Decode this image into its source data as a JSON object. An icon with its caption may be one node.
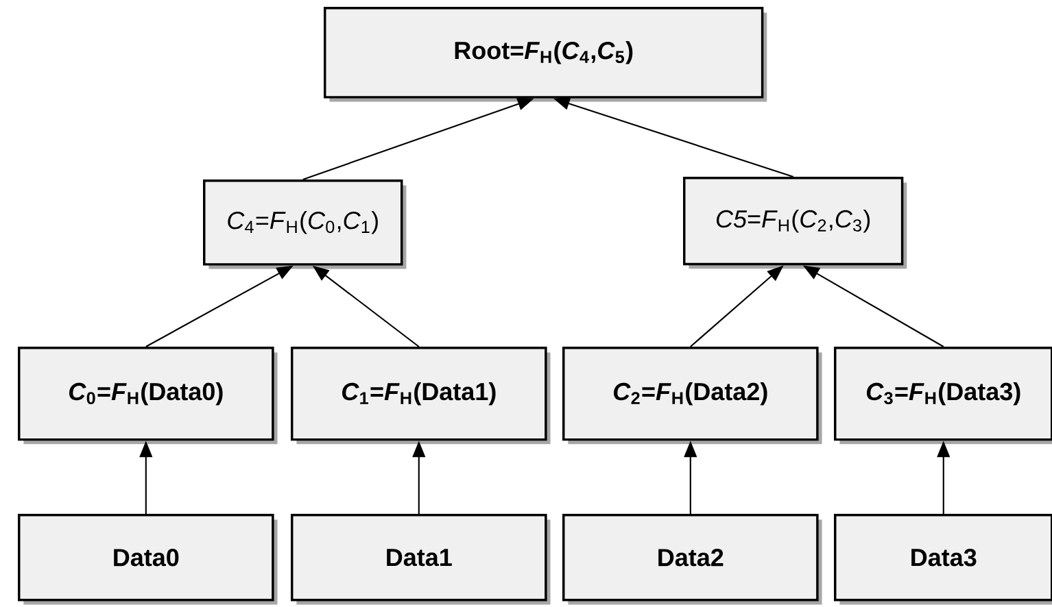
{
  "diagram": {
    "nodes": [
      {
        "text": [
          "Root=*F*$_{H}$(*C*$_{4}$,*C*$_{5}$)"
        ]
      },
      {
        "text": [
          "*C*$_{4}$=*F*$_{H}$(*C*$_{0}$,*C*$_{1}$)"
        ]
      },
      {
        "text": [
          "*C5*=*F*$_{H}$(*C*$_{2}$,*C*$_{3}$)"
        ]
      },
      {
        "text": [
          "*C*$_{0}$=*F*$_{H}$(Data0)"
        ]
      },
      {
        "text": [
          "*C*$_{1}$=*F*$_{H}$(Data1)"
        ]
      },
      {
        "text": [
          "*C*$_{2}$=*F*$_{H}$(Data2)"
        ]
      },
      {
        "text": [
          "*C*$_{3}$=*F*$_{H}$(Data3)"
        ]
      },
      {
        "text": [
          "Data0"
        ]
      },
      {
        "text": [
          "Data1"
        ]
      },
      {
        "text": [
          "Data2"
        ]
      },
      {
        "text": [
          "Data3"
        ]
      }
    ],
    "edges": [
      {
        "from": 1,
        "to": 0,
        "arrow": "to"
      },
      {
        "from": 2,
        "to": 0,
        "arrow": "to"
      },
      {
        "from": 3,
        "to": 1,
        "arrow": "to"
      },
      {
        "from": 4,
        "to": 1,
        "arrow": "to"
      },
      {
        "from": 5,
        "to": 2,
        "arrow": "to"
      },
      {
        "from": 6,
        "to": 2,
        "arrow": "to"
      },
      {
        "from": 7,
        "to": 3,
        "arrow": "to"
      },
      {
        "from": 8,
        "to": 4,
        "arrow": "to"
      },
      {
        "from": 9,
        "to": 5,
        "arrow": "to"
      },
      {
        "from": 10,
        "to": 6,
        "arrow": "to"
      }
    ]
  }
}
